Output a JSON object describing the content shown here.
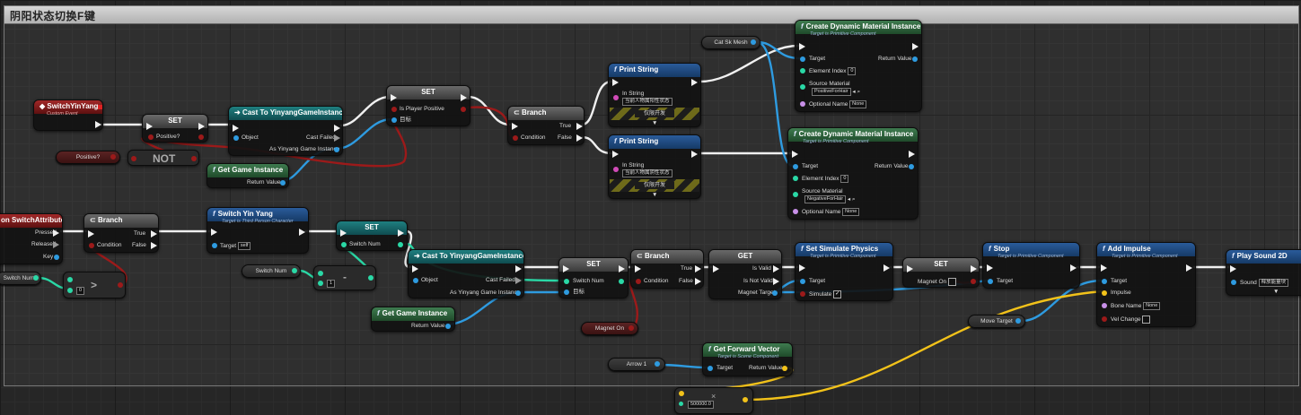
{
  "comment_title": "阴阳状态切换F键",
  "colors": {
    "exec": "#f0f0f0",
    "object": "#2e9be0",
    "bool": "#9c1a1a",
    "int": "#2ad8a6",
    "vector": "#f2c21a"
  },
  "events": {
    "switch_yinyang": {
      "title": "SwitchYinYang",
      "subtitle": "Custom Event"
    },
    "switch_attribute": {
      "title": "on SwitchAttribute",
      "pressed": "Pressed",
      "released": "Released",
      "key": "Key"
    }
  },
  "set_positive": {
    "title": "SET",
    "pin": "Positive?"
  },
  "positive_var": "Positive?",
  "not_node": "NOT",
  "cast1": {
    "title": "Cast To YinyangGameInstance",
    "object": "Object",
    "cast_failed": "Cast Failed",
    "as": "As Yinyang Game Instance"
  },
  "get_game_instance1": {
    "title": "Get Game Instance",
    "return": "Return Value"
  },
  "set_is_player_positive": {
    "title": "SET",
    "pin": "Is Player Positive",
    "target": "目标"
  },
  "branch1": {
    "title": "Branch",
    "true": "True",
    "false": "False",
    "condition": "Condition"
  },
  "print1": {
    "title": "Print String",
    "in_string": "In String",
    "value": "当前人物属阳性状态",
    "dev": "仅限开发"
  },
  "print2": {
    "title": "Print String",
    "in_string": "In String",
    "value": "当前人物属阴性状态",
    "dev": "仅限开发"
  },
  "cat_sk_mesh": "Cat Sk Mesh",
  "cdmi1": {
    "title": "Create Dynamic Material Instance",
    "subtitle": "Target is Primitive Component",
    "target": "Target",
    "return": "Return Value",
    "element_index": "Element Index",
    "index_value": "0",
    "source_material": "Source Material",
    "source_value": "PositiveForHair",
    "optional_name": "Optional Name",
    "name_value": "None"
  },
  "cdmi2": {
    "title": "Create Dynamic Material Instance",
    "subtitle": "Target is Primitive Component",
    "target": "Target",
    "return": "Return Value",
    "element_index": "Element Index",
    "index_value": "0",
    "source_material": "Source Material",
    "source_value": "NegativeForHair",
    "optional_name": "Optional Name",
    "name_value": "None"
  },
  "branch2": {
    "title": "Branch",
    "true": "True",
    "false": "False",
    "condition": "Condition"
  },
  "switch_num_var": "Switch Num",
  "greater": {
    "symbol": ">",
    "value": "0"
  },
  "switch_yin_yang": {
    "title": "Switch Yin Yang",
    "subtitle": "Target is Third Person Character",
    "target": "Target",
    "self": "self"
  },
  "set_switch_num": {
    "title": "SET",
    "pin": "Switch Num"
  },
  "switch_num_var2": "Switch Num",
  "minus": {
    "symbol": "-",
    "value": "1"
  },
  "cast2": {
    "title": "Cast To YinyangGameInstance",
    "object": "Object",
    "cast_failed": "Cast Failed",
    "as": "As Yinyang Game Instance"
  },
  "get_game_instance2": {
    "title": "Get Game Instance",
    "return": "Return Value"
  },
  "set_switch_num2": {
    "title": "SET",
    "pin": "Switch Num",
    "target": "目标"
  },
  "magnet_on_var": "Magnet On",
  "branch3": {
    "title": "Branch",
    "true": "True",
    "false": "False",
    "condition": "Condition"
  },
  "get_magnet": {
    "title": "GET",
    "is_valid": "Is Valid",
    "is_not_valid": "Is Not Valid",
    "magnet_target": "Magnet Target"
  },
  "set_simulate": {
    "title": "Set Simulate Physics",
    "subtitle": "Target is Primitive Component",
    "target": "Target",
    "simulate": "Simulate"
  },
  "set_magnet_on": {
    "title": "SET",
    "pin": "Magnet On"
  },
  "stop": {
    "title": "Stop",
    "subtitle": "Target is Primitive Component",
    "target": "Target"
  },
  "move_target_var": "Move Target",
  "add_impulse": {
    "title": "Add Impulse",
    "subtitle": "Target is Primitive Component",
    "target": "Target",
    "impulse": "Impulse",
    "bone_name": "Bone Name",
    "bone_value": "None",
    "vel_change": "Vel Change"
  },
  "play_sound": {
    "title": "Play Sound 2D",
    "sound": "Sound",
    "sound_value": "释放能量块"
  },
  "arrow1_var": "Arrow 1",
  "get_forward": {
    "title": "Get Forward Vector",
    "subtitle": "Target is Scene Component",
    "target": "Target",
    "return": "Return Value"
  },
  "multiply": {
    "symbol": "×",
    "value": "500000.0"
  }
}
